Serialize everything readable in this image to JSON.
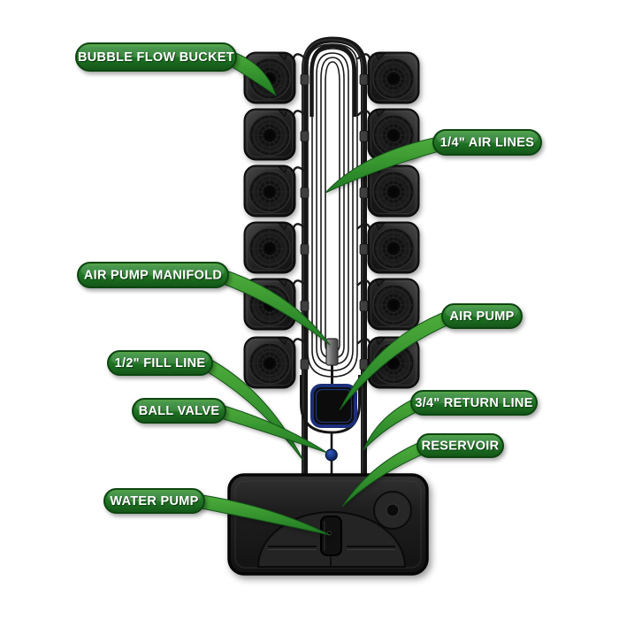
{
  "diagram": {
    "subject": "Bubble Flow Bucket hydroponic system",
    "labels": {
      "bubble_flow_bucket": "BUBBLE FLOW BUCKET",
      "air_lines": "1/4\" AIR LINES",
      "air_pump_manifold": "AIR PUMP MANIFOLD",
      "air_pump": "AIR PUMP",
      "fill_line": "1/2\" FILL LINE",
      "ball_valve": "BALL VALVE",
      "return_line": "3/4\" RETURN LINE",
      "reservoir": "RESERVOIR",
      "water_pump": "WATER PUMP"
    },
    "counts": {
      "buckets_left_column": 6,
      "buckets_right_column": 6
    },
    "colors": {
      "label_green": "#1f7022",
      "label_border": "#0d4511",
      "leader_green": "#349330",
      "tube_black": "#161616",
      "air_pump_blue": "#1b2f7a",
      "ball_valve_blue": "#1b3a8c",
      "background": "#ffffff"
    }
  }
}
